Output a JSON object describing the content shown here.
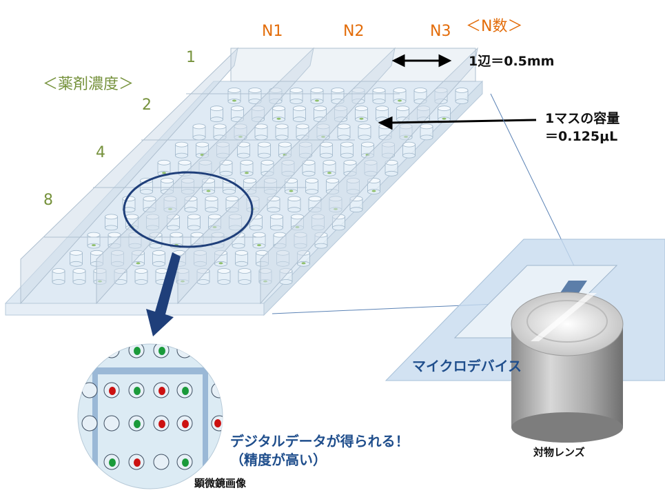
{
  "labels": {
    "concentration_header": "＜薬剤濃度＞",
    "concentrations": [
      "1",
      "2",
      "4",
      "8"
    ],
    "n_header": "＜N数＞",
    "n_columns": [
      "N1",
      "N2",
      "N3"
    ],
    "side_length": "1辺＝0.5mm",
    "capacity_line1": "1マスの容量",
    "capacity_line2": "＝0.125μL",
    "microdevice": "マイクロデバイス",
    "objective_lens": "対物レンズ",
    "digital_data_line1": "デジタルデータが得られる！",
    "digital_data_line2": "（精度が高い）",
    "microscope_image": "顕微鏡画像"
  },
  "colors": {
    "green_label": "#76923c",
    "orange_label": "#e36c09",
    "navy": "#1f4e8c",
    "cell_green": "#1a9a3a",
    "cell_red": "#cc1111"
  }
}
